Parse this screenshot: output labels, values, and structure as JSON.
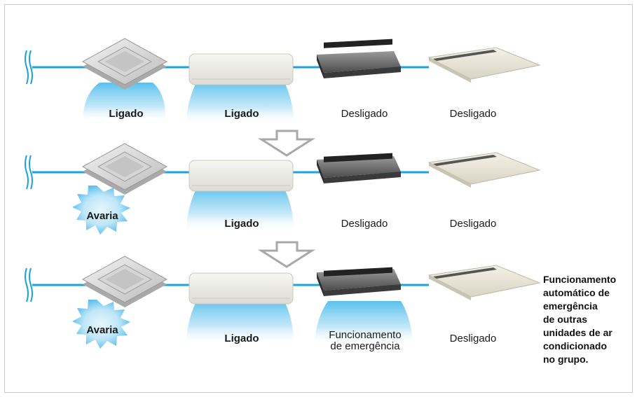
{
  "rows": [
    {
      "labels": [
        "Ligado",
        "Ligado",
        "Desligado",
        "Desligado"
      ],
      "units": [
        {
          "type": "cassette",
          "status": "on"
        },
        {
          "type": "wall",
          "status": "on"
        },
        {
          "type": "duct",
          "status": "off"
        },
        {
          "type": "ceiling",
          "status": "off"
        }
      ]
    },
    {
      "fault_label": "Avaria",
      "labels": [
        "Ligado",
        "Desligado",
        "Desligado"
      ],
      "units": [
        {
          "type": "cassette",
          "status": "fault"
        },
        {
          "type": "wall",
          "status": "on"
        },
        {
          "type": "duct",
          "status": "off"
        },
        {
          "type": "ceiling",
          "status": "off"
        }
      ]
    },
    {
      "fault_label": "Avaria",
      "labels": [
        "Ligado",
        "Funcionamento de emergência",
        "Desligado"
      ],
      "units": [
        {
          "type": "cassette",
          "status": "fault"
        },
        {
          "type": "wall",
          "status": "on"
        },
        {
          "type": "duct",
          "status": "emergency"
        },
        {
          "type": "ceiling",
          "status": "off"
        }
      ]
    }
  ],
  "emergency_lines": [
    "Funcionamento",
    "de emergência"
  ],
  "side_note": "Funcionamento automático de emergência de outras unidades de ar condicionado no grupo.",
  "colors": {
    "pipe": "#1aa3dc",
    "glow": "#5cc4ee",
    "burst": "#6cc7ef",
    "arrow": "#a8a8a8"
  },
  "icons": [
    "supply-wave-icon",
    "down-arrow-icon",
    "fault-burst-icon"
  ]
}
